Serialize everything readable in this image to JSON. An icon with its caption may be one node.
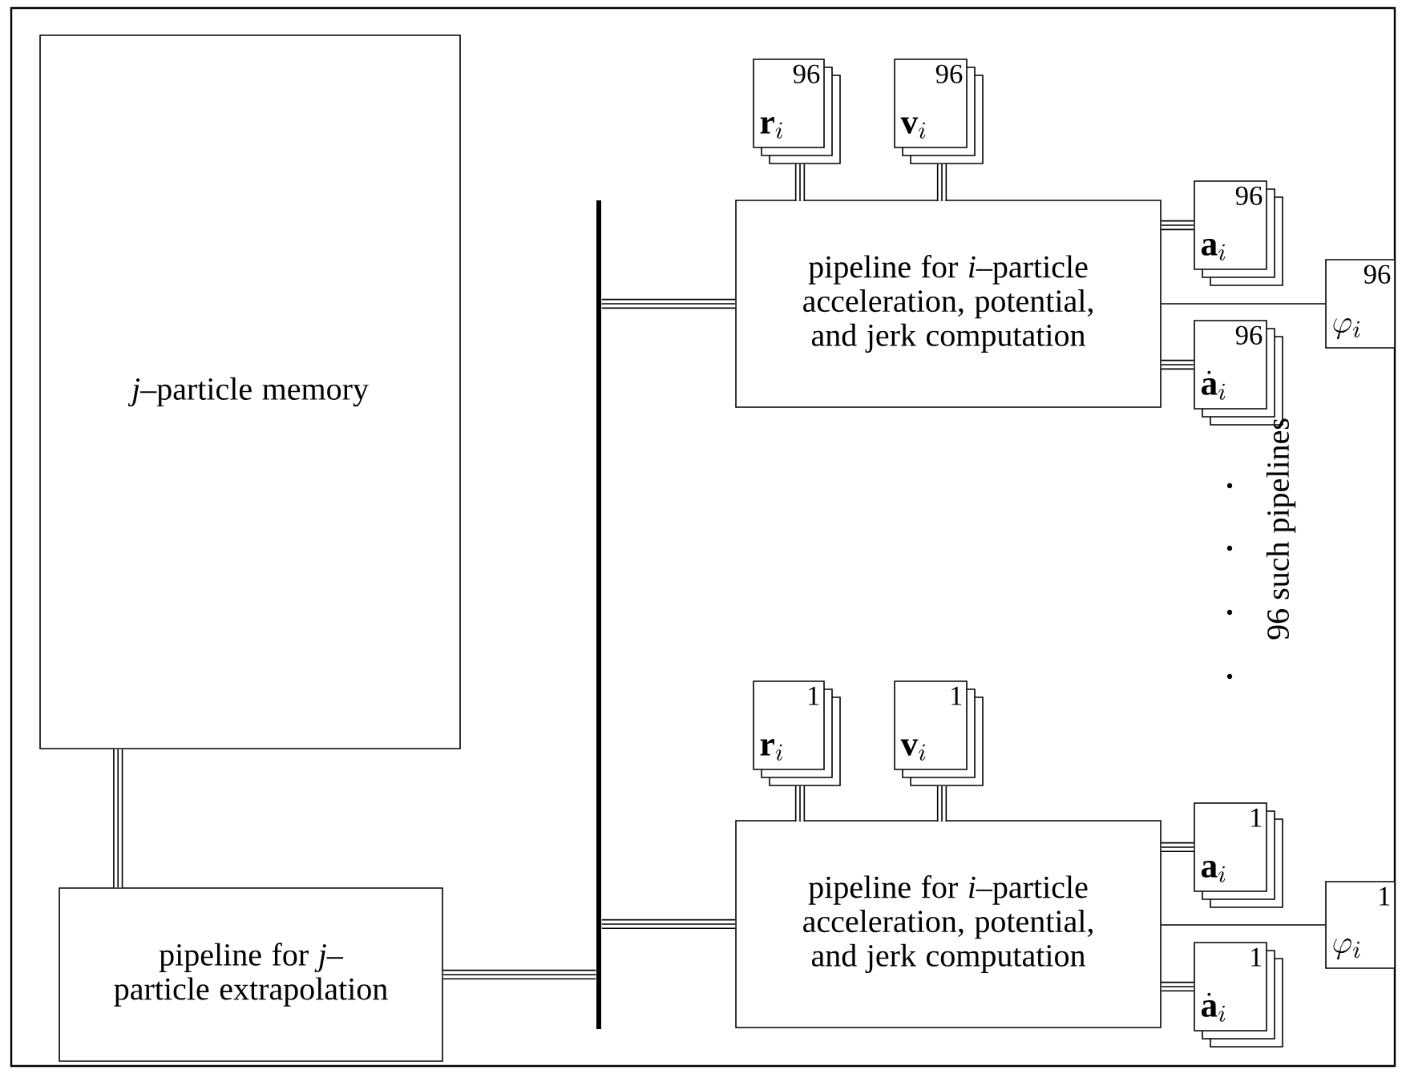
{
  "diagram": {
    "nodes": [
      {
        "text": [
          "*j*–particle memory"
        ]
      },
      {
        "text": [
          "pipeline for *j*–particle extrapolation"
        ]
      },
      {
        "text": [],
        "shape": "bar"
      },
      {
        "text": [
          "pipeline for *i*–particle acceleration, potential, and jerk computation"
        ]
      },
      {
        "text": [
          "\\mathbf{r}_i",
          "96"
        ]
      },
      {
        "text": [
          "\\mathbf{v}_i",
          "96"
        ]
      },
      {
        "text": [
          "\\mathbf{a}_i",
          "96"
        ]
      },
      {
        "text": [
          "\\varphi_i",
          "96"
        ]
      },
      {
        "text": [
          "\\dot{\\mathbf{a}}_i",
          "96"
        ]
      },
      {
        "text": [
          "pipeline for *i*–particle acceleration, potential, and jerk computation"
        ]
      },
      {
        "text": [
          "\\mathbf{r}_i",
          "1"
        ]
      },
      {
        "text": [
          "\\mathbf{v}_i",
          "1"
        ]
      },
      {
        "text": [
          "\\mathbf{a}_i",
          "1"
        ]
      },
      {
        "text": [
          "\\varphi_i",
          "1"
        ]
      },
      {
        "text": [
          "\\dot{\\mathbf{a}}_i",
          "1"
        ]
      }
    ],
    "edges": [
      {
        "from": 0,
        "to": 1,
        "arrow": "none"
      },
      {
        "from": 1,
        "to": 2,
        "arrow": "none"
      },
      {
        "from": 2,
        "to": 3,
        "arrow": "none"
      },
      {
        "from": 4,
        "to": 3,
        "arrow": "none"
      },
      {
        "from": 5,
        "to": 3,
        "arrow": "none"
      },
      {
        "from": 3,
        "to": 6,
        "arrow": "none"
      },
      {
        "from": 3,
        "to": 7,
        "arrow": "none"
      },
      {
        "from": 3,
        "to": 8,
        "arrow": "none"
      },
      {
        "from": 2,
        "to": 9,
        "arrow": "none"
      },
      {
        "from": 10,
        "to": 9,
        "arrow": "none"
      },
      {
        "from": 11,
        "to": 9,
        "arrow": "none"
      },
      {
        "from": 9,
        "to": 12,
        "arrow": "none"
      },
      {
        "from": 9,
        "to": 13,
        "arrow": "none"
      },
      {
        "from": 9,
        "to": 14,
        "arrow": "none"
      }
    ],
    "labels": [
      "96 such pipelines"
    ]
  }
}
